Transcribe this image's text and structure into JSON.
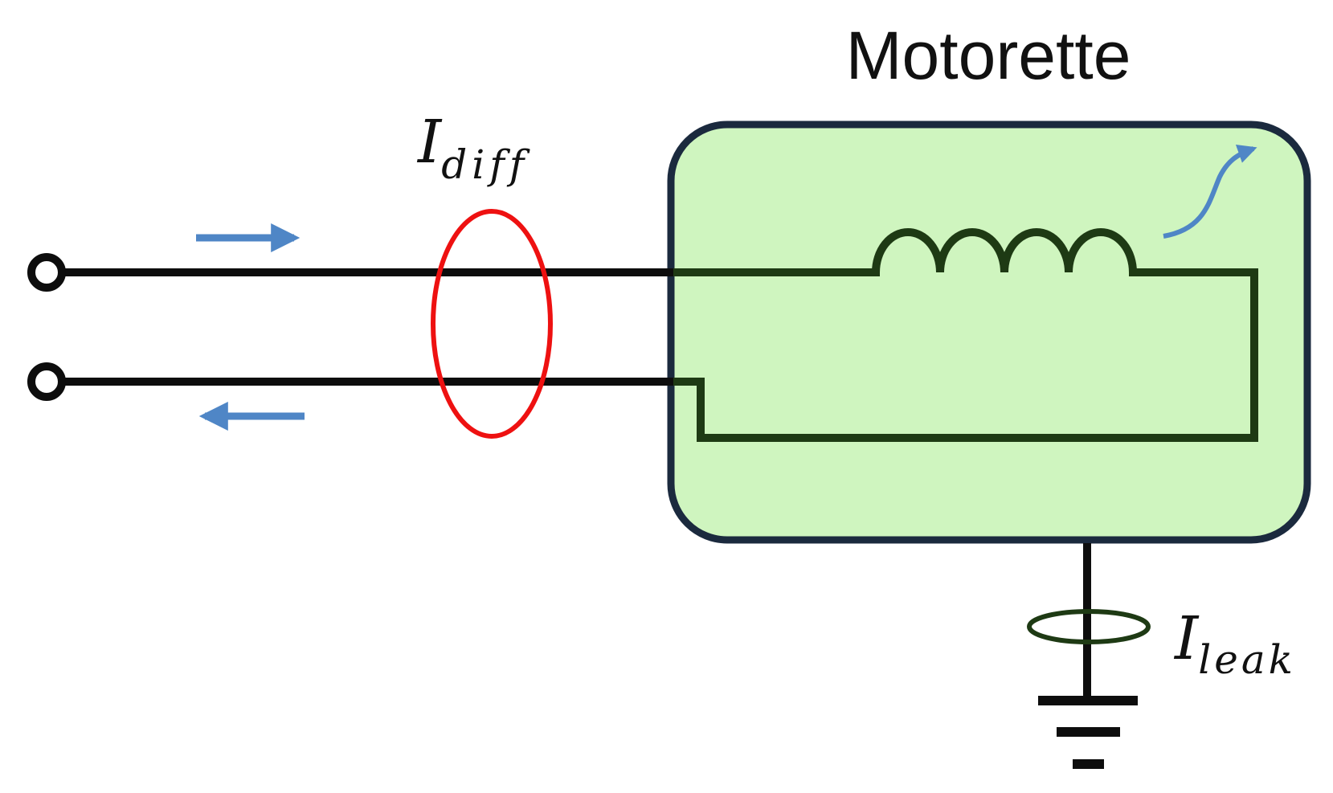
{
  "title": "Motorette",
  "labels": {
    "diff_main": "I",
    "diff_sub": "diff",
    "leak_main": "I",
    "leak_sub": "leak"
  },
  "colors": {
    "wire": "#0d0d0d",
    "enclosure_fill": "#cff5bf",
    "enclosure_stroke": "#1b2a3e",
    "winding": "#1e3a14",
    "arrow": "#4f86c6",
    "diff_ellipse": "#ee1111",
    "leak_ellipse": "#1e3a14"
  }
}
